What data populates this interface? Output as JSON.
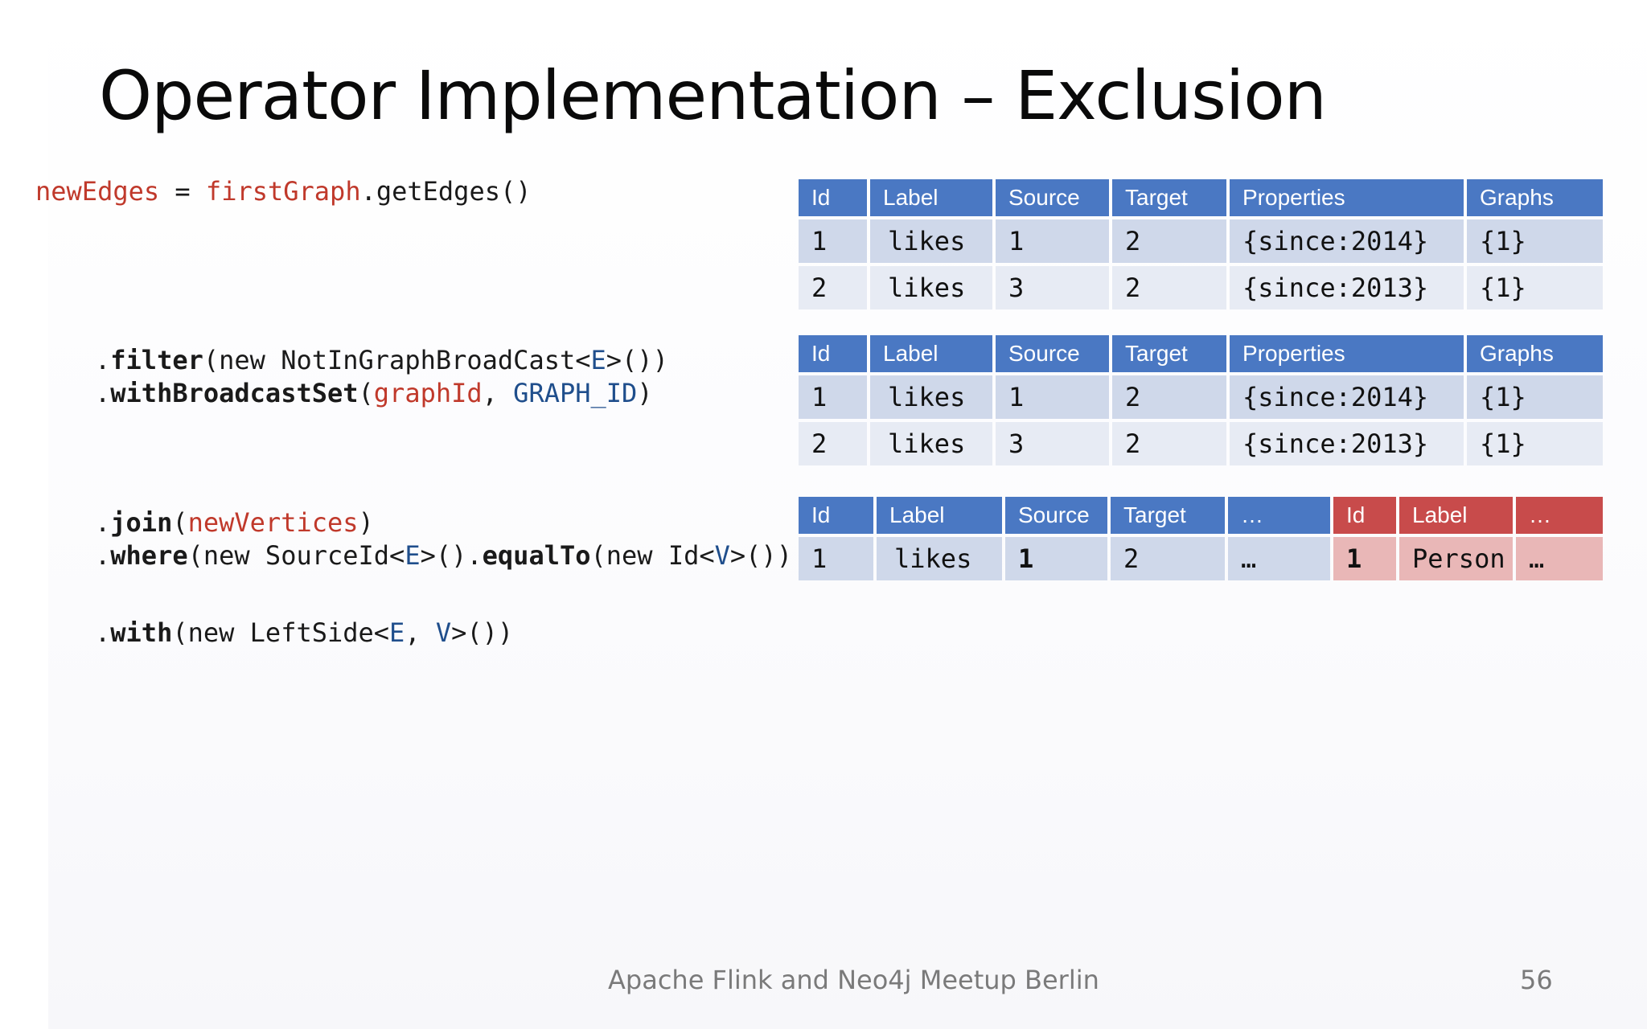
{
  "slide": {
    "title": "Operator Implementation – Exclusion",
    "footer": "Apache Flink and Neo4j Meetup Berlin",
    "page_number": "56"
  },
  "code": {
    "line1": {
      "var": "newEdges",
      "eq": " = ",
      "src": "firstGraph",
      "call": ".getEdges()"
    },
    "line2": {
      "dot": ".",
      "method": "filter",
      "rest1": "(new NotInGraphBroadCast<",
      "typeE": "E",
      "rest2": ">())"
    },
    "line3": {
      "dot": ".",
      "method": "withBroadcastSet",
      "open": "(",
      "arg1": "graphId",
      "comma": ", ",
      "arg2": "GRAPH_ID",
      "close": ")"
    },
    "line4": {
      "dot": ".",
      "method": "join",
      "open": "(",
      "arg": "newVertices",
      "close": ")"
    },
    "line5": {
      "dot": ".",
      "method": "where",
      "rest1": "(new SourceId<",
      "typeE": "E",
      "rest2": ">().",
      "method2": "equalTo",
      "rest3": "(new Id<",
      "typeV": "V",
      "rest4": ">())"
    },
    "line6": {
      "dot": ".",
      "method": "with",
      "rest1": "(new LeftSide<",
      "typeE": "E",
      "comma": ", ",
      "typeV": "V",
      "rest2": ">())"
    }
  },
  "tables": {
    "edges_input": {
      "headers": [
        "Id",
        "Label",
        "Source",
        "Target",
        "Properties",
        "Graphs"
      ],
      "rows": [
        [
          "1",
          "likes",
          "1",
          "2",
          "{since:2014}",
          "{1}"
        ],
        [
          "2",
          "likes",
          "3",
          "2",
          "{since:2013}",
          "{1}"
        ]
      ]
    },
    "edges_filtered": {
      "headers": [
        "Id",
        "Label",
        "Source",
        "Target",
        "Properties",
        "Graphs"
      ],
      "rows": [
        [
          "1",
          "likes",
          "1",
          "2",
          "{since:2014}",
          "{1}"
        ],
        [
          "2",
          "likes",
          "3",
          "2",
          "{since:2013}",
          "{1}"
        ]
      ]
    },
    "joined": {
      "headers": [
        "Id",
        "Label",
        "Source",
        "Target",
        "…",
        "Id",
        "Label",
        "…"
      ],
      "rows": [
        [
          "1",
          "likes",
          "1",
          "2",
          "…",
          "1",
          "Person",
          "…"
        ]
      ]
    }
  },
  "colors": {
    "header_blue": "#4a78c3",
    "header_red": "#c84b4b",
    "row_blue_dark": "#cfd8ea",
    "row_blue_light": "#e7ebf4",
    "row_red": "#e9b7b7",
    "code_red": "#c0392b",
    "code_navy": "#1f4e8c"
  }
}
